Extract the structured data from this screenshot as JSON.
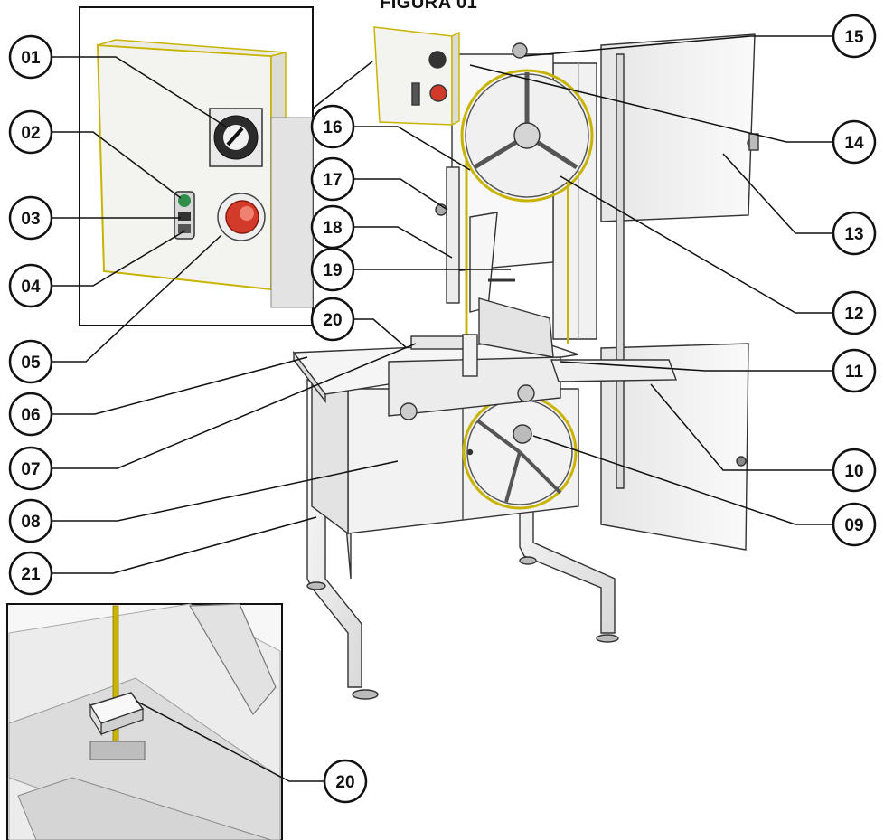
{
  "figure": {
    "title": "FIGURA 01",
    "colors": {
      "line": "#1a1a1a",
      "frame": "#555555",
      "metal": "#e9e9e9",
      "panel": "#f4f4f4",
      "yellow": "#c8b400",
      "red": "#d23a2a",
      "green": "#2f8f4a"
    }
  },
  "callouts": [
    {
      "id": "c01",
      "label": "01"
    },
    {
      "id": "c02",
      "label": "02"
    },
    {
      "id": "c03",
      "label": "03"
    },
    {
      "id": "c04",
      "label": "04"
    },
    {
      "id": "c05",
      "label": "05"
    },
    {
      "id": "c06",
      "label": "06"
    },
    {
      "id": "c07",
      "label": "07"
    },
    {
      "id": "c08",
      "label": "08"
    },
    {
      "id": "c21",
      "label": "21"
    },
    {
      "id": "c20a",
      "label": "20"
    },
    {
      "id": "c16",
      "label": "16"
    },
    {
      "id": "c17",
      "label": "17"
    },
    {
      "id": "c18",
      "label": "18"
    },
    {
      "id": "c19",
      "label": "19"
    },
    {
      "id": "c15",
      "label": "15"
    },
    {
      "id": "c14",
      "label": "14"
    },
    {
      "id": "c13",
      "label": "13"
    },
    {
      "id": "c12",
      "label": "12"
    },
    {
      "id": "c11",
      "label": "11"
    },
    {
      "id": "c10",
      "label": "10"
    },
    {
      "id": "c09",
      "label": "09"
    },
    {
      "id": "c20b",
      "label": "20"
    }
  ]
}
